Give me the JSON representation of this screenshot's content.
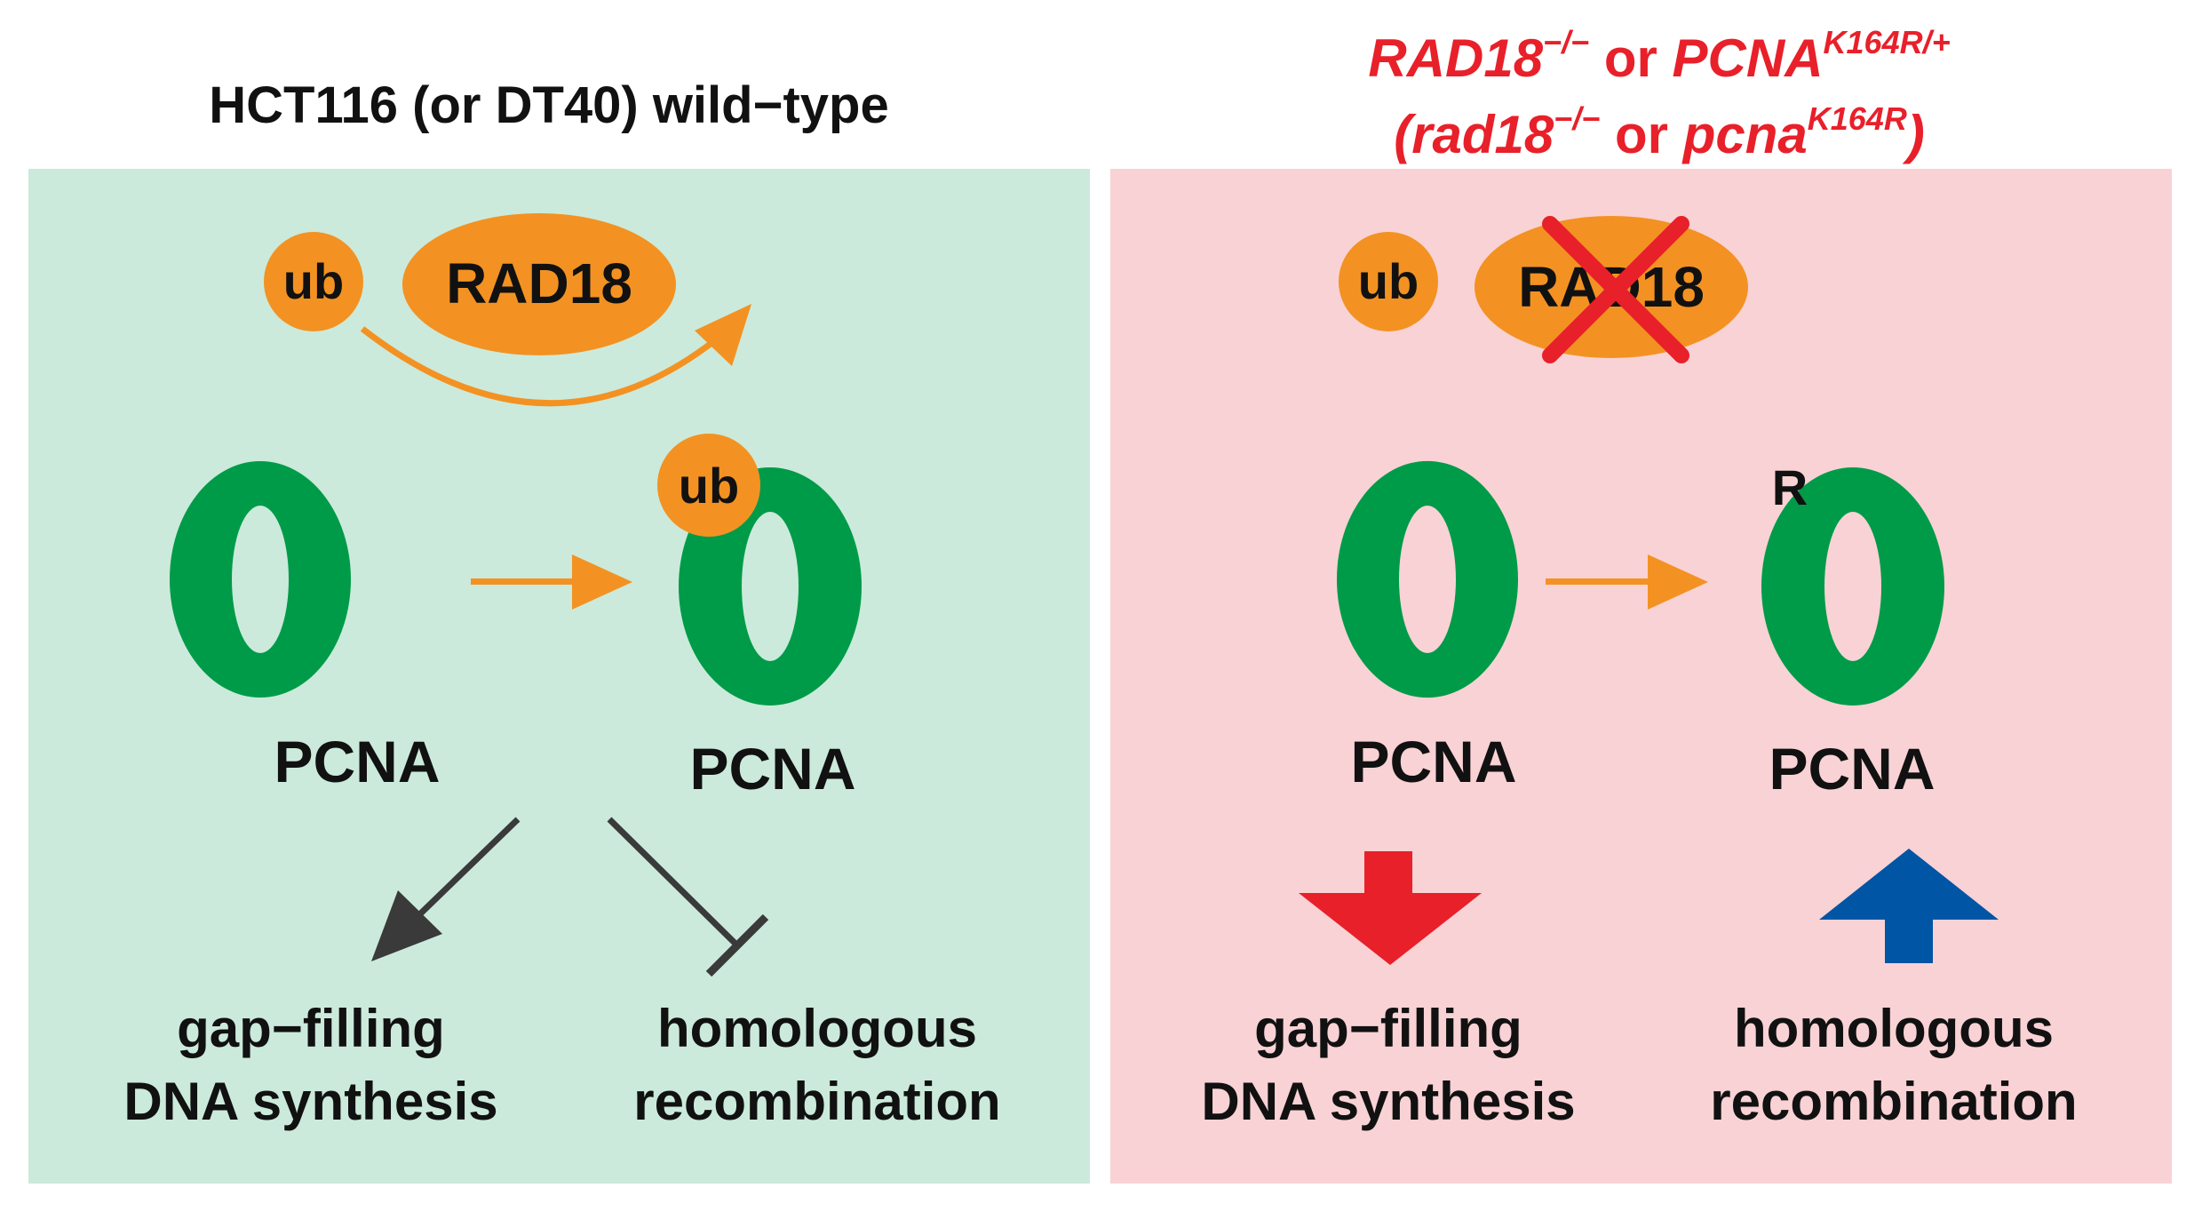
{
  "left_panel": {
    "title": "HCT116 (or DT40) wild−type",
    "ub_label": "ub",
    "rad18_label": "RAD18",
    "ub_on_pcna_label": "ub",
    "pcna_left_label": "PCNA",
    "pcna_right_label": "PCNA",
    "outcome_left": {
      "line1": "gap−filling",
      "line2": "DNA synthesis"
    },
    "outcome_right": {
      "line1": "homologous",
      "line2": "recombination"
    }
  },
  "right_panel": {
    "title_line1": {
      "gene1": "RAD18",
      "sup1": "−/−",
      "conj": " or ",
      "gene2": "PCNA",
      "sup2": "K164R/+"
    },
    "title_line2": {
      "open": "(",
      "gene1": "rad18",
      "sup1": "−/−",
      "conj": " or ",
      "gene2": "pcna",
      "sup2": "K164R",
      "close": ")"
    },
    "ub_label": "ub",
    "rad18_label": "RAD18",
    "mutation_label": "R",
    "pcna_left_label": "PCNA",
    "pcna_right_label": "PCNA",
    "outcome_left": {
      "line1": "gap−filling",
      "line2": "DNA synthesis",
      "direction": "decrease"
    },
    "outcome_right": {
      "line1": "homologous",
      "line2": "recombination",
      "direction": "increase"
    }
  },
  "colors": {
    "left_background": "#cbeadb",
    "right_background": "#f9d2d5",
    "pcna_green": "#009b48",
    "ub_orange": "#f39222",
    "arrow_orange": "#f39222",
    "title_red": "#e8202a",
    "cross_red": "#e8202a",
    "down_arrow_red": "#e8202a",
    "up_arrow_blue": "#0055a5",
    "inhibition_gray": "#3a3a3a"
  }
}
